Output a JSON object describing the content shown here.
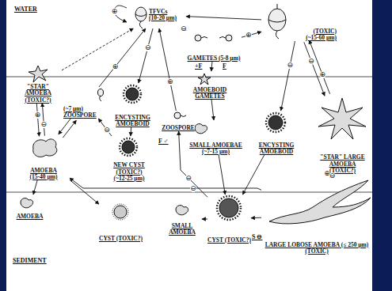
{
  "diagram": {
    "nodes": [
      {
        "text": [
          "TFVCs",
          "(10-20 µm)"
        ]
      },
      {
        "text": [
          "(TOXIC)",
          "(~15-60 µm)"
        ]
      },
      {
        "text": [
          "GAMETES (5-8 µm)"
        ]
      },
      {
        "text": [
          "AMOEBOID GAMETES"
        ]
      },
      {
        "text": [
          "\"STAR\" AMOEBA (TOXIC?)"
        ]
      },
      {
        "text": [
          "(~7 µm)",
          "ZOOSPORE"
        ]
      },
      {
        "text": [
          "ENCYSTING AMOEBOID"
        ]
      },
      {
        "text": [
          "ZOOSPORE"
        ]
      },
      {
        "text": [
          "AMOEBA",
          "(15-40 µm)"
        ]
      },
      {
        "text": [
          "NEW CYST (TOXIC?)",
          "(~12-25 µm)"
        ]
      },
      {
        "text": [
          "SMALL AMOEBAE",
          "(~7-15 µm)"
        ]
      },
      {
        "text": [
          "ENCYSTING AMOEBOID"
        ]
      },
      {
        "text": [
          "\"STAR\" LARGE AMOEBA",
          "(TOXIC?)"
        ]
      },
      {
        "text": [
          "AMOEBA"
        ]
      },
      {
        "text": [
          "CYST (TOXIC?)"
        ]
      },
      {
        "text": [
          "SMALL AMOEBA"
        ]
      },
      {
        "text": [
          "CYST (TOXIC?)"
        ]
      },
      {
        "text": [
          "LARGE LOBOSE AMOEBA (≤ 250 µm)",
          "(TOXIC)"
        ]
      }
    ],
    "edges": [
      {
        "from": 0,
        "to": 0,
        "arrow": "to",
        "label": "⊕"
      },
      {
        "from": 0,
        "to": 2,
        "arrow": "to",
        "label": "⊖"
      },
      {
        "from": 2,
        "to": 1,
        "arrow": "to",
        "label": "⊕"
      },
      {
        "from": 1,
        "to": 0,
        "arrow": "to"
      },
      {
        "from": 1,
        "to": 12,
        "arrow": "to",
        "label": "⊖"
      },
      {
        "from": 12,
        "to": 1,
        "arrow": "to",
        "label": "⊕"
      },
      {
        "from": 1,
        "to": 11,
        "arrow": "to",
        "label": "⊖"
      },
      {
        "from": 0,
        "to": 6,
        "arrow": "to",
        "label": "⊖"
      },
      {
        "from": 4,
        "to": 0,
        "arrow": "to"
      },
      {
        "from": 5,
        "to": 0,
        "arrow": "to",
        "label": "⊕"
      },
      {
        "from": 4,
        "to": 8,
        "arrow": "to",
        "label": "⊕"
      },
      {
        "from": 8,
        "to": 4,
        "arrow": "to",
        "label": "⊖"
      },
      {
        "from": 5,
        "to": 8,
        "arrow": "to"
      },
      {
        "from": 8,
        "to": 5,
        "arrow": "to"
      },
      {
        "from": 2,
        "to": 3,
        "arrow": "to"
      },
      {
        "from": 3,
        "to": 10,
        "arrow": "to"
      },
      {
        "from": 10,
        "to": 16,
        "arrow": "to"
      },
      {
        "from": 6,
        "to": 9,
        "arrow": "to"
      },
      {
        "from": 9,
        "to": 5,
        "arrow": "to",
        "label": "⊖"
      },
      {
        "from": 7,
        "to": 0,
        "arrow": "to",
        "label": "⊕"
      },
      {
        "from": 16,
        "to": 7,
        "arrow": "to",
        "label": "⊖"
      },
      {
        "from": 11,
        "to": 16,
        "arrow": "to"
      },
      {
        "from": 17,
        "to": 16,
        "arrow": "to"
      },
      {
        "from": 12,
        "to": 17,
        "arrow": "to",
        "label": "⊕"
      },
      {
        "from": 17,
        "to": 12,
        "arrow": "to",
        "label": "⊖"
      },
      {
        "from": 8,
        "to": 13,
        "arrow": "to"
      },
      {
        "from": 8,
        "to": 14,
        "arrow": "to"
      },
      {
        "from": 17,
        "to": 8,
        "arrow": "to",
        "label": "⊖"
      },
      {
        "from": 16,
        "to": 15,
        "arrow": "to"
      }
    ],
    "labels": [
      "WATER",
      "SEDIMENT",
      "+F",
      "F",
      "F ♂",
      "S ⊖"
    ]
  }
}
